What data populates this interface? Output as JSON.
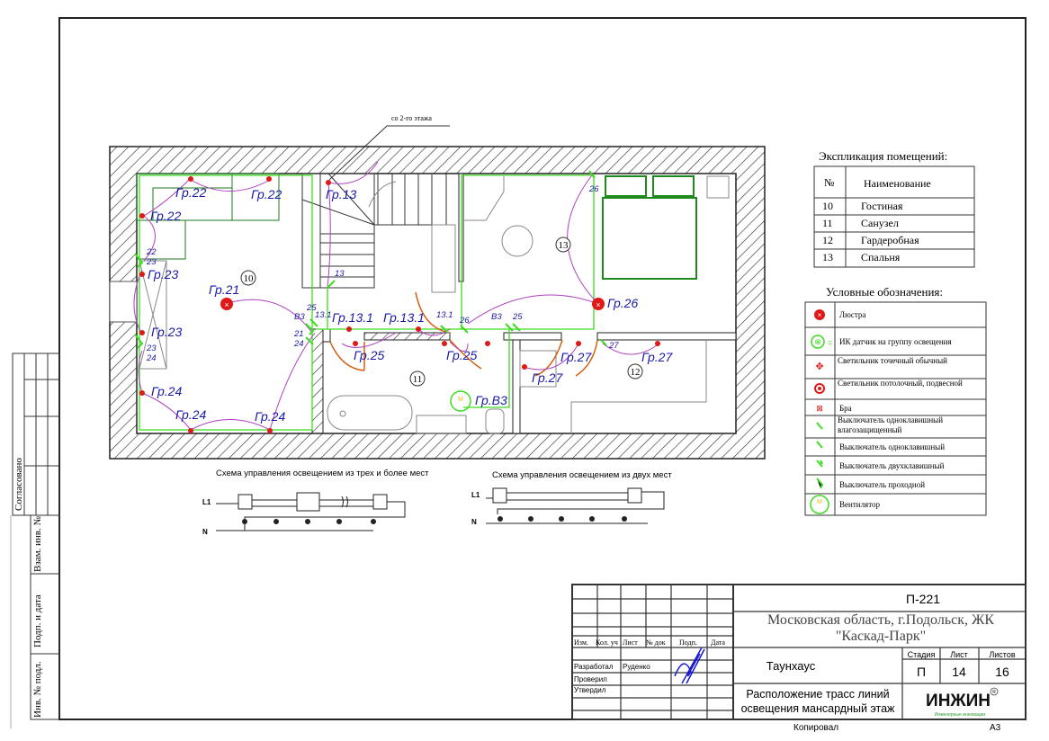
{
  "plan": {
    "riser_note": "со 2-го этажа",
    "rooms": [
      "10",
      "11",
      "12",
      "13"
    ],
    "labels": {
      "gr22a": "Гр.22",
      "gr22b": "Гр.22",
      "gr22c": "Гр.22",
      "gr13": "Гр.13",
      "gr23a": "Гр.23",
      "gr23b": "Гр.23",
      "gr21": "Гр.21",
      "gr24a": "Гр.24",
      "gr24b": "Гр.24",
      "gr24c": "Гр.24",
      "gr131a": "Гр.13.1",
      "gr131b": "Гр.13.1",
      "gr25a": "Гр.25",
      "gr25b": "Гр.25",
      "grv3": "Гр.В3",
      "gr26": "Гр.26",
      "gr27a": "Гр.27",
      "gr27b": "Гр.27",
      "gr27c": "Гр.27"
    },
    "switch_marks": {
      "s22": "22",
      "s23a": "23",
      "s23b": "23",
      "s24a": "24",
      "s13": "13",
      "sv3a": "В3",
      "s25a": "25",
      "s131a": "13.1",
      "s21": "21",
      "s24b": "24",
      "s131b": "13.1",
      "s26a": "26",
      "sv3b": "В3",
      "s25b": "25",
      "s26b": "26",
      "s27": "27"
    }
  },
  "explication": {
    "title": "Экспликация помещений:",
    "headers": [
      "№",
      "Наименование"
    ],
    "rows": [
      [
        "10",
        "Гостиная"
      ],
      [
        "11",
        "Санузел"
      ],
      [
        "12",
        "Гардеробная"
      ],
      [
        "13",
        "Спальня"
      ]
    ]
  },
  "legend": {
    "title": "Условные обозначения:",
    "items": [
      {
        "icon": "chandelier-icon",
        "label": "Люстра"
      },
      {
        "icon": "ir-sensor-icon",
        "label": "ИК датчик на группу освещения"
      },
      {
        "icon": "spotlight-icon",
        "label": "Светильник точечный обычный"
      },
      {
        "icon": "ceiling-light-icon",
        "label": "Светильник потолочный, подвесной"
      },
      {
        "icon": "sconce-icon",
        "label": "Бра"
      },
      {
        "icon": "switch-waterproof-icon",
        "label": "Выключатель одноклавишный влагозащищенный"
      },
      {
        "icon": "switch-single-icon",
        "label": "Выключатель одноклавишный"
      },
      {
        "icon": "switch-double-icon",
        "label": "Выключатель двухклавишный"
      },
      {
        "icon": "switch-passthrough-icon",
        "label": "Выключатель проходной"
      },
      {
        "icon": "fan-icon",
        "label": "Вентилятор"
      }
    ]
  },
  "schemes": {
    "three": {
      "title": "Схема управления освещением из трех и более мест",
      "l1": "L1",
      "n": "N"
    },
    "two": {
      "title": "Схема управления освещением из двух мест",
      "l1": "L1",
      "n": "N"
    }
  },
  "side_stamp": {
    "agreed": "Согласовано",
    "replace": "Взам. инв. №",
    "sign_date": "Подп. и дата",
    "inv": "Инв. № подл."
  },
  "title_block": {
    "headers": [
      "Изм.",
      "Кол. уч",
      "Лист",
      "№ док",
      "Подп.",
      "Дата"
    ],
    "roles": [
      [
        "Разработал",
        "Руденко"
      ],
      [
        "Проверил",
        ""
      ],
      [
        "Утвердил",
        ""
      ]
    ],
    "code": "П-221",
    "address": "Московская область, г.Подольск, ЖК \"Каскад-Парк\"",
    "object": "Таунхаус",
    "stage_label": "Стадия",
    "sheet_label": "Лист",
    "sheets_label": "Листов",
    "stage": "П",
    "sheet": "14",
    "sheets": "16",
    "drawing_title": "Расположение трасс линий освещения мансардный этаж",
    "logo": "ИНЖИН",
    "logo_sub": "Инженерные инновации",
    "copied": "Копировал",
    "format": "А3"
  },
  "colors": {
    "label": "#1a1aa8",
    "wire": "#b040c0",
    "green": "#3ddc20",
    "red": "#e01818",
    "door": "#d06010"
  }
}
